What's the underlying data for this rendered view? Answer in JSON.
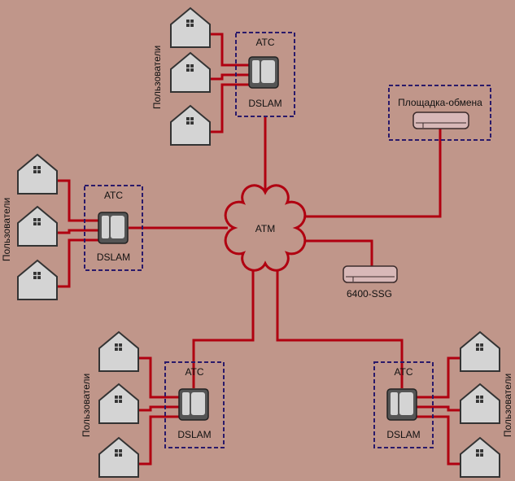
{
  "diagram": {
    "core": {
      "label": "ATM"
    },
    "clusters": [
      {
        "id": "top",
        "station_label": "АТС",
        "device_label": "DSLAM",
        "users_label": "Пользователи",
        "houses": 3
      },
      {
        "id": "left",
        "station_label": "АТС",
        "device_label": "DSLAM",
        "users_label": "Пользователи",
        "houses": 3
      },
      {
        "id": "bottom-left",
        "station_label": "АТС",
        "device_label": "DSLAM",
        "users_label": "Пользователи",
        "houses": 3
      },
      {
        "id": "bottom-right",
        "station_label": "АТС",
        "device_label": "DSLAM",
        "users_label": "Пользователи",
        "houses": 3
      }
    ],
    "exchange": {
      "label": "Площадка-обмена"
    },
    "ssg": {
      "label": "6400-SSG"
    }
  },
  "colors": {
    "background": "#c0968a",
    "link": "#b00010",
    "box_border": "#2a1a6a",
    "house_fill": "#d4d4d4"
  }
}
